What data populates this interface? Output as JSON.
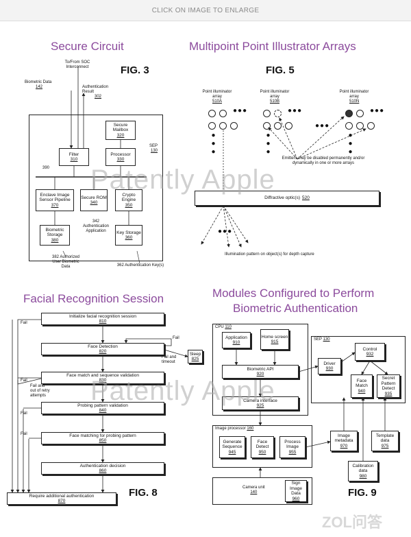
{
  "top_bar": {
    "text": "CLICK ON IMAGE TO ENLARGE"
  },
  "watermark": {
    "text": "Patently Apple"
  },
  "corner_logo": {
    "text": "ZOL问答"
  },
  "fig3": {
    "heading": "Secure Circuit",
    "fig_label": "FIG. 3",
    "soc_label": "To/From SOC Interconnect",
    "biometric_data_in": "Biometric Data",
    "biometric_data_in_num": "142",
    "auth_result": "Authentication Result",
    "auth_result_num": "302",
    "sep_label": "SEP",
    "sep_num": "130",
    "secure_mailbox": "Secure Mailbox",
    "secure_mailbox_num": "320",
    "filter": "Filter",
    "filter_num": "310",
    "processor": "Processor",
    "processor_num": "330",
    "bus_num": "390",
    "enclave": "Enclave Image Sensor Pipeline",
    "enclave_num": "370",
    "secure_rom": "Secure ROM",
    "secure_rom_num": "340",
    "crypto": "Crypto Engine",
    "crypto_num": "350",
    "biometric_storage": "Biometric Storage",
    "biometric_storage_num": "380",
    "auth_app": "342 Authentication Application",
    "key_storage": "Key Storage",
    "key_storage_num": "360",
    "authorized_user": "382 Authorized User Biometric Data",
    "auth_keys": "362 Authentication Key(s)"
  },
  "fig5": {
    "heading": "Multipoint Point Illustrator Arrays",
    "fig_label": "FIG. 5",
    "array_a": "Point illuminator array",
    "array_a_num": "510A",
    "array_b": "Point illuminator array",
    "array_b_num": "510B",
    "array_n": "Point illuminator array",
    "array_n_num": "510N",
    "emitters_note": "Emitters may be disabled permanently and/or dynamically in one or more arrays",
    "diffractive": "Diffractive optic(s)",
    "diffractive_num": "520",
    "illumination_note": "Illumination pattern on object(s) for depth capture"
  },
  "fig8": {
    "heading": "Facial Recognition Session",
    "fig_label": "FIG. 8",
    "steps": [
      {
        "label": "Initialize facial recognition session",
        "num": "810"
      },
      {
        "label": "Face Detection",
        "num": "820"
      },
      {
        "label": "Face match and sequence validation",
        "num": "830"
      },
      {
        "label": "Probing pattern validation",
        "num": "840"
      },
      {
        "label": "Face matching for probing pattern",
        "num": "850"
      },
      {
        "label": "Authentication decision",
        "num": "860"
      }
    ],
    "sleep": "Sleep",
    "sleep_num": "825",
    "fail": "Fail",
    "fail_timeout": "Fail and timeout",
    "fail_retry": "Fail and out of retry attempts",
    "require": "Require additional authentication",
    "require_num": "870"
  },
  "fig9": {
    "heading_line1": "Modules Configured to Perform",
    "heading_line2": "Biometric Authentication",
    "fig_label": "FIG. 9",
    "cpu": "CPU",
    "cpu_num": "110",
    "application": "Application",
    "application_num": "910",
    "home_screen": "Home screen",
    "home_screen_num": "915",
    "biometric_api": "Biometric API",
    "biometric_api_num": "920",
    "camera_interface": "Camera interface",
    "camera_interface_num": "925",
    "sep": "SEP",
    "sep_num": "130",
    "control": "Control",
    "control_num": "932",
    "driver": "Driver",
    "driver_num": "930",
    "face_match": "Face Match",
    "face_match_num": "940",
    "secret_pattern": "Secret Pattern Detect",
    "secret_pattern_num": "935",
    "image_processor": "Image processor",
    "image_processor_num": "160",
    "generate_sequence": "Generate Sequence",
    "generate_sequence_num": "945",
    "face_detect": "Face Detect",
    "face_detect_num": "950",
    "process_image": "Process Image",
    "process_image_num": "955",
    "image_metadata": "Image metadata",
    "image_metadata_num": "970",
    "template_data": "Template data",
    "template_data_num": "975",
    "calibration": "Calibration data",
    "calibration_num": "980",
    "camera_unit": "Camera unit",
    "camera_unit_num": "140",
    "sign_image": "Sign Image Data",
    "sign_image_num": "960"
  }
}
